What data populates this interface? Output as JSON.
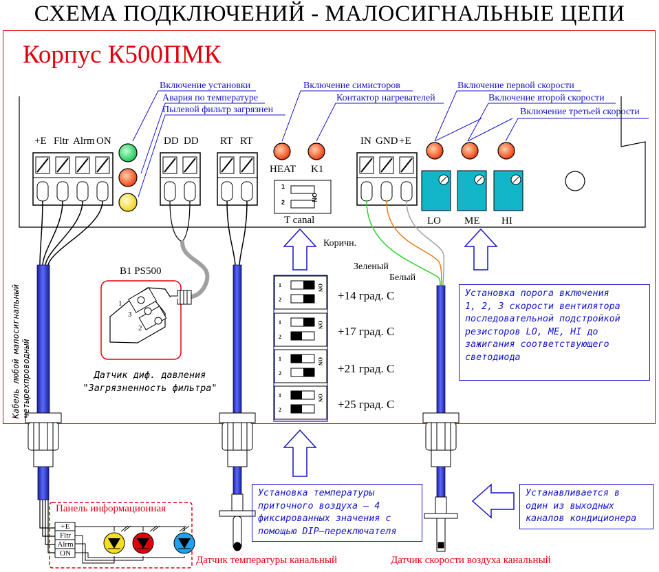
{
  "title": "СХЕМА ПОДКЛЮЧЕНИЙ - МАЛОСИГНАЛЬНЫЕ ЦЕПИ",
  "case_title": "Корпус К500ПМК",
  "indicator_labels": [
    "Включение установки",
    "Авария по температуре",
    "Пылевой фильтр загрязнен"
  ],
  "triac_labels": [
    "Включение симисторов",
    "Контактор нагревателей"
  ],
  "speed_labels": [
    "Включение первой скорости",
    "Включение второй скорости",
    "Включение третьей скорости"
  ],
  "terminal_labels": {
    "main": [
      "+E",
      "Fltr",
      "Alrm",
      "ON"
    ],
    "dd": [
      "DD",
      "DD"
    ],
    "rt": [
      "RT",
      "RT"
    ],
    "speed": [
      "IN",
      "GND",
      "+E"
    ]
  },
  "relay_labels": [
    "HEAT",
    "K1"
  ],
  "tcanal_label": "T canal",
  "dip_marks": {
    "on": "ON",
    "one": "1",
    "two": "2"
  },
  "resistor_labels": [
    "LO",
    "ME",
    "HI"
  ],
  "wire_labels": [
    "Коричн.",
    "Зеленый",
    "Белый"
  ],
  "sensor_label": "B1 PS500",
  "sensor_pins": [
    "1",
    "2",
    "3"
  ],
  "sensor_caption": [
    "Датчик диф. давления",
    "\"Загрязненность фильтра\""
  ],
  "cable_caption": [
    "Кабель любой малосигнальный",
    "четырехпроводный"
  ],
  "dip_settings": [
    {
      "value": "+14 град. С",
      "sw1_on": true,
      "sw2_on": true
    },
    {
      "value": "+17 град. С",
      "sw1_on": true,
      "sw2_on": false
    },
    {
      "value": "+21 град. С",
      "sw1_on": false,
      "sw2_on": true
    },
    {
      "value": "+25 град. С",
      "sw1_on": false,
      "sw2_on": false
    }
  ],
  "speed_note": [
    "Установка порога включения",
    "1, 2, 3 скорости вентилятора",
    "последовательной подстройкой",
    "резисторов LO, ME, HI до",
    "зажигания соответствующего",
    "светодиода"
  ],
  "temp_note": [
    "Установка температуры",
    "приточного воздуха – 4",
    "фиксированных значения с",
    "помощью DIP–переключателя"
  ],
  "output_note": [
    "Устанавливается в",
    "один из выходных",
    "каналов кондиционера"
  ],
  "panel_title": "Панель информационная",
  "panel_terminals": [
    "+E",
    "Fltr",
    "Alrm",
    "ON"
  ],
  "temp_sensor_caption": "Датчик температуры канальный",
  "speed_sensor_caption": "Датчик скорости воздуха канальный",
  "colors": {
    "red": "#e0000c",
    "blue": "#1414c8",
    "terminal_cyan": "#12b6c8",
    "cable_blue": "#2838c8",
    "led_green": "#1fc85a",
    "led_red": "#f24214",
    "led_yellow": "#f2e020",
    "wire_green": "#2ed22e",
    "wire_orange": "#e87a1a",
    "wire_gray": "#a0a0a0"
  }
}
